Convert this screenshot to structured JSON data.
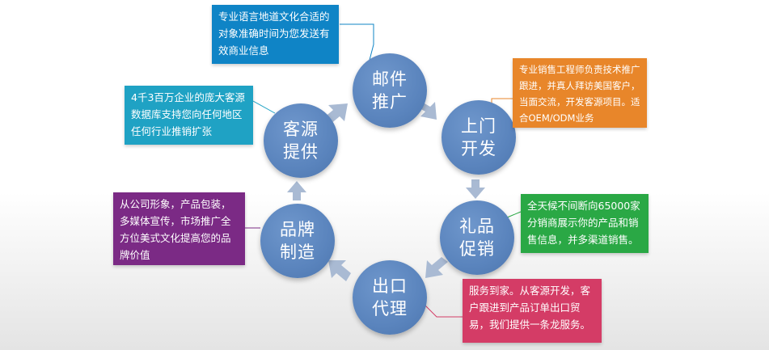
{
  "nodes": {
    "email": "邮件推广",
    "visit": "上门开发",
    "gift": "礼品促销",
    "export": "出口代理",
    "brand": "品牌制造",
    "data": "客源提供"
  },
  "boxes": {
    "email": "专业语言地道文化合适的对象准确时间为您发送有效商业信息",
    "visit": "专业销售工程师负责技术推广跟进，并真人拜访美国客户，当面交流，开发客源项目。适合OEM/ODM业务",
    "data": "4千3百万企业的庞大客源数据库支持您向任何地区任何行业推销扩张",
    "gift": "全天候不间断向65000家分销商展示你的产品和销售信息，并多渠道销售。",
    "brand": "从公司形象，产品包装，多媒体宣传，市场推广全方位美式文化提高您的品牌价值",
    "export": "服务到家。从客源开发，客户跟进到产品订单出口贸易，我们提供一条龙服务。"
  },
  "colors": {
    "node": "#5a84bd",
    "arrow": "#a9bad3",
    "email": "#0f84c6",
    "visit": "#e8862a",
    "data": "#1fa2c4",
    "gift": "#2aa845",
    "brand": "#7b2a85",
    "export": "#d43c66"
  }
}
